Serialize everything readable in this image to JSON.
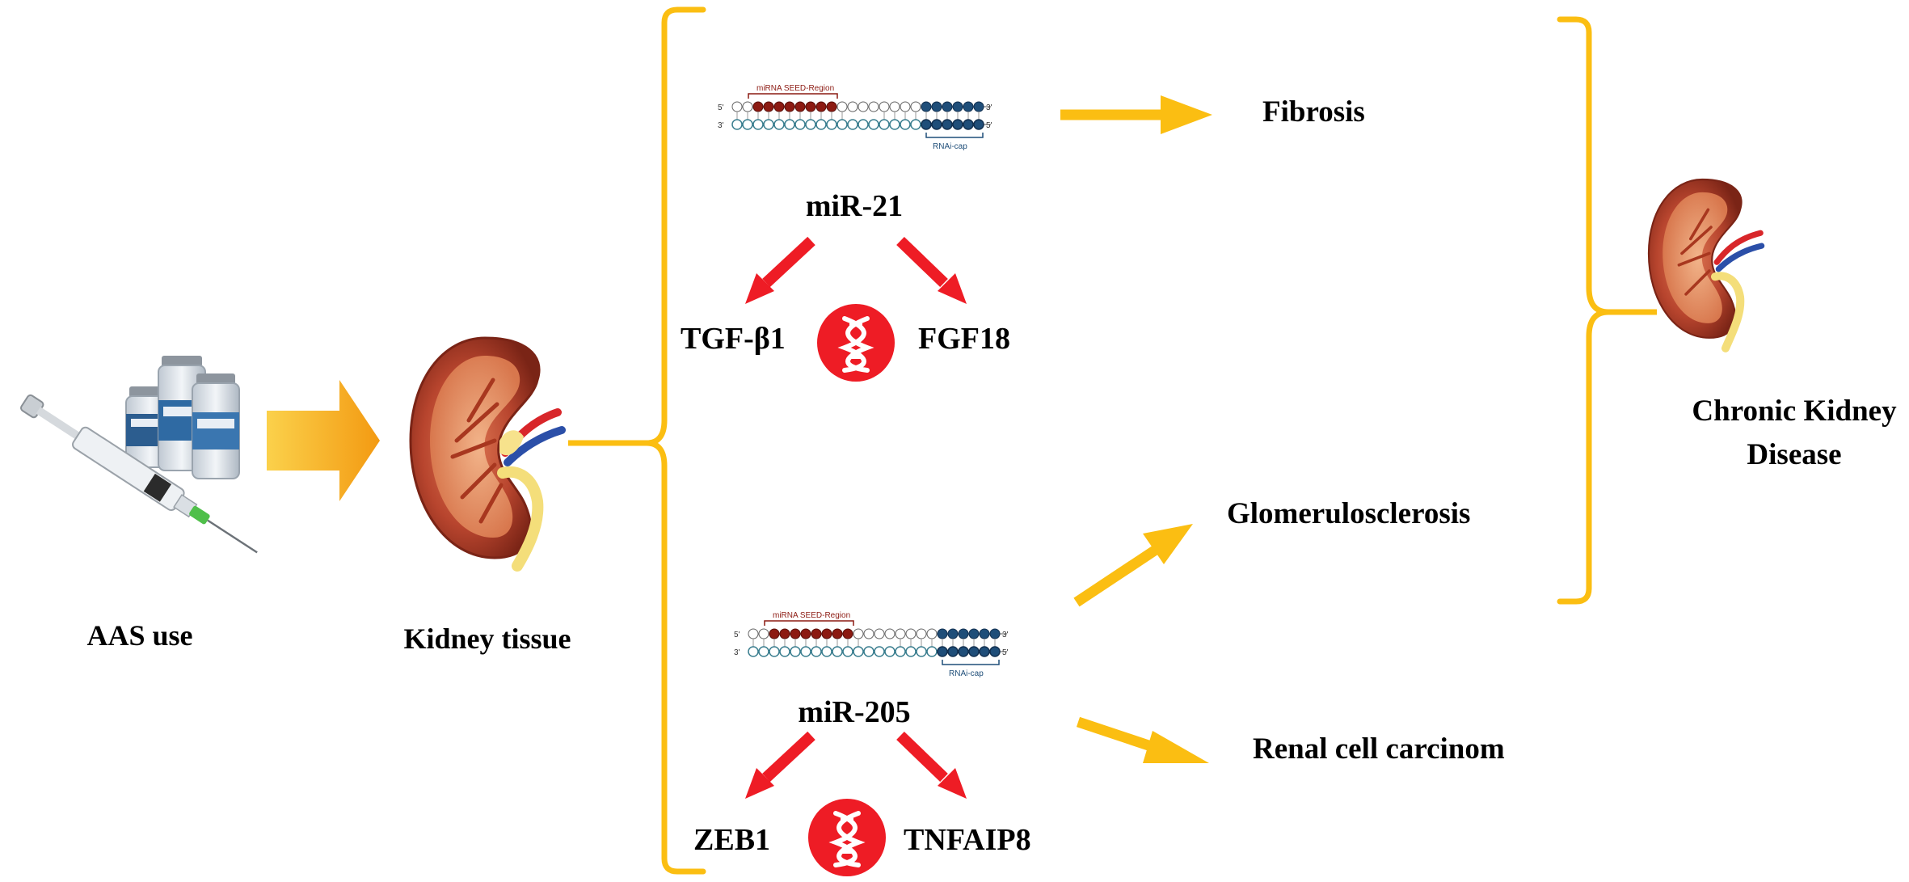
{
  "colors": {
    "yellow": "#FBBE12",
    "orange": "#F6A623",
    "red": "#EE1C25",
    "dark_red": "#8C1A12",
    "navy": "#1F4E79",
    "kidney": "#B8452E",
    "text": "#000000"
  },
  "labels": {
    "aas": "AAS use",
    "kidney_tissue": "Kidney tissue",
    "mir21": "miR-21",
    "mir205": "miR-205",
    "tgf": "TGF-β1",
    "fgf": "FGF18",
    "zeb": "ZEB1",
    "tnf": "TNFAIP8",
    "fibrosis": "Fibrosis",
    "glomerulo": "Glomerulosclerosis",
    "renal": "Renal cell carcinom",
    "ckd_line1": "Chronic Kidney",
    "ckd_line2": "Disease"
  },
  "mirna_diagram": {
    "seed_label": "miRNA SEED-Region",
    "cap_label": "RNAi-cap",
    "end_5": "5'",
    "end_3": "3'"
  },
  "icons": [
    "syringe-and-vials-icon",
    "kidney-icon",
    "dna-badge-icon",
    "mirna-duplex-icon"
  ]
}
